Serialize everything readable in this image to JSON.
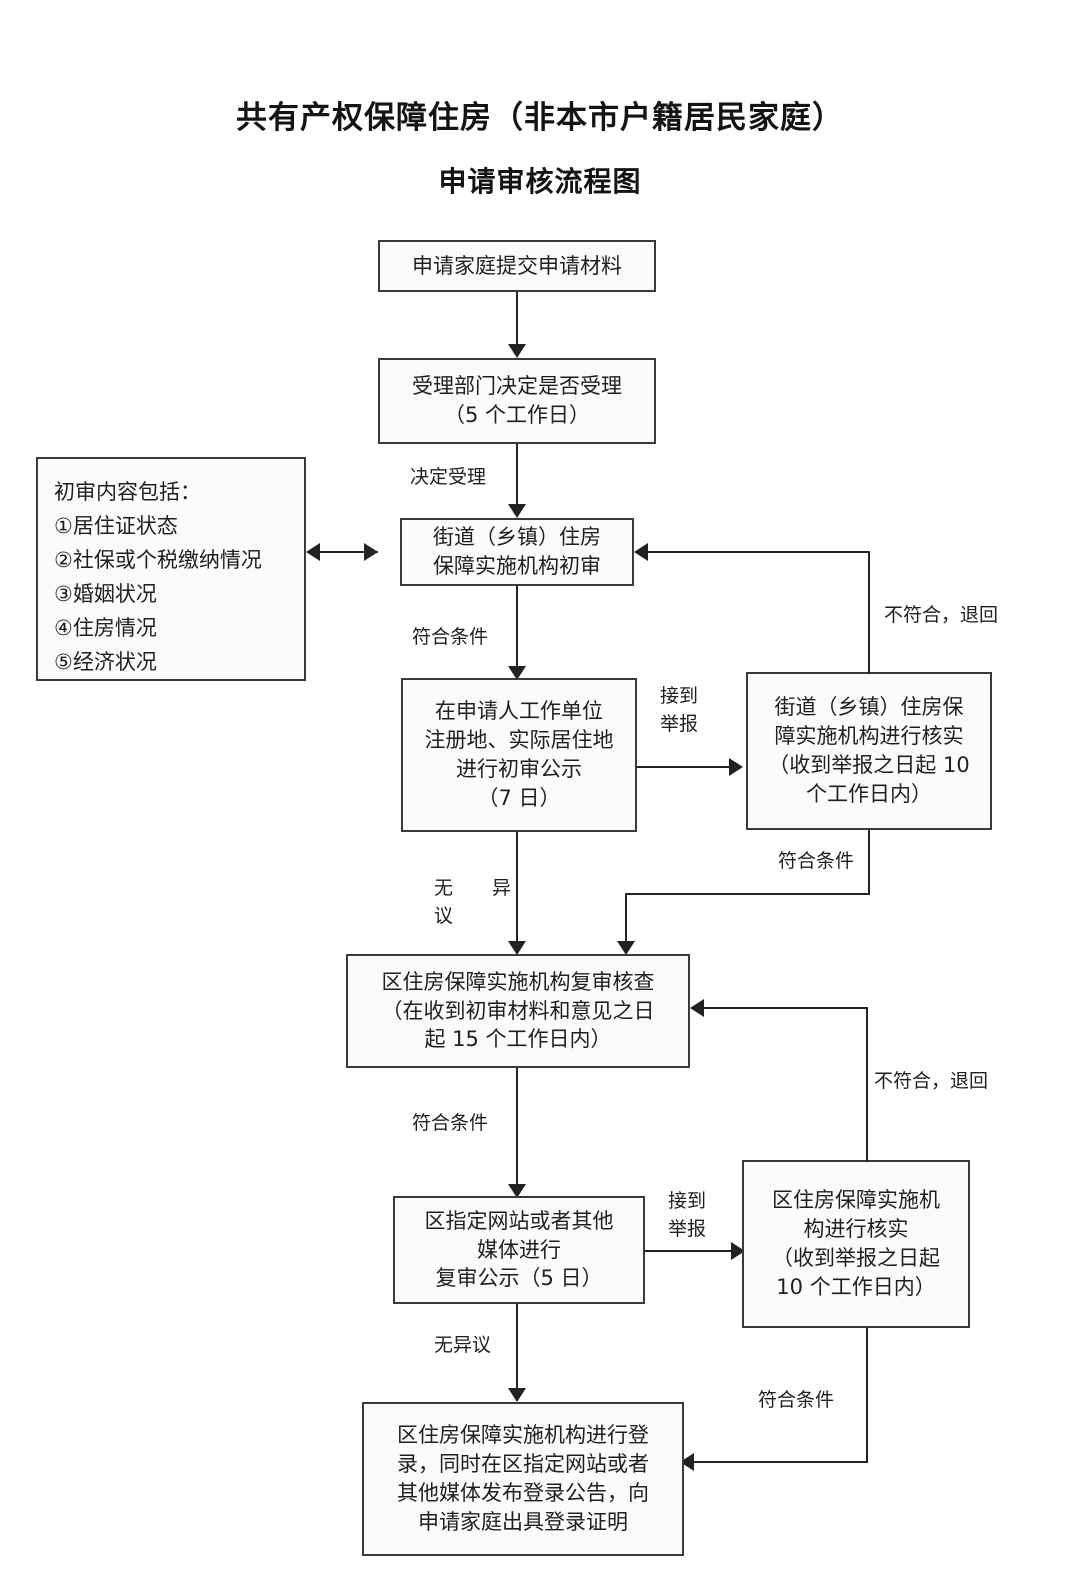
{
  "title": {
    "main": "共有产权保障住房（非本市户籍居民家庭）",
    "sub": "申请审核流程图"
  },
  "nodes": {
    "submit": {
      "lines": [
        "申请家庭提交申请材料"
      ]
    },
    "accept": {
      "lines": [
        "受理部门决定是否受理",
        "（5 个工作日）"
      ]
    },
    "street_review": {
      "lines": [
        "街道（乡镇）住房",
        "保障实施机构初审"
      ]
    },
    "first_publicity": {
      "lines": [
        "在申请人工作单位",
        "注册地、实际居住地",
        "进行初审公示",
        "（7 日）"
      ]
    },
    "street_verify": {
      "lines": [
        "街道（乡镇）住房保",
        "障实施机构进行核实",
        "（收到举报之日起 10",
        "个工作日内）"
      ]
    },
    "district_review": {
      "lines": [
        "区住房保障实施机构复审核查",
        "（在收到初审材料和意见之日",
        "起 15 个工作日内）"
      ]
    },
    "second_publicity": {
      "lines": [
        "区指定网站或者其他",
        "媒体进行",
        "复审公示（5 日）"
      ]
    },
    "district_verify": {
      "lines": [
        "区住房保障实施机",
        "构进行核实",
        "（收到举报之日起",
        "10 个工作日内）"
      ]
    },
    "registration": {
      "lines": [
        "区住房保障实施机构进行登",
        "录，同时在区指定网站或者",
        "其他媒体发布登录公告，向",
        "申请家庭出具登录证明"
      ]
    }
  },
  "note": {
    "heading": "初审内容包括：",
    "items": [
      "①居住证状态",
      "②社保或个税缴纳情况",
      "③婚姻状况",
      "④住房情况",
      "⑤经济状况"
    ]
  },
  "edge_labels": {
    "decide_accept": "决定受理",
    "meets_1": "符合条件",
    "report_1a": "接到",
    "report_1b": "举报",
    "reject_1": "不符合，退回",
    "meets_2": "符合条件",
    "no_objection_1a": "无　异",
    "no_objection_1b": "议",
    "meets_3": "符合条件",
    "report_2a": "接到",
    "report_2b": "举报",
    "reject_2": "不符合，退回",
    "no_objection_2": "无异议",
    "meets_4": "符合条件"
  },
  "colors": {
    "line": "#222222",
    "border": "#3a3a3a",
    "background": "#ffffff",
    "text": "#1f1f1f"
  }
}
